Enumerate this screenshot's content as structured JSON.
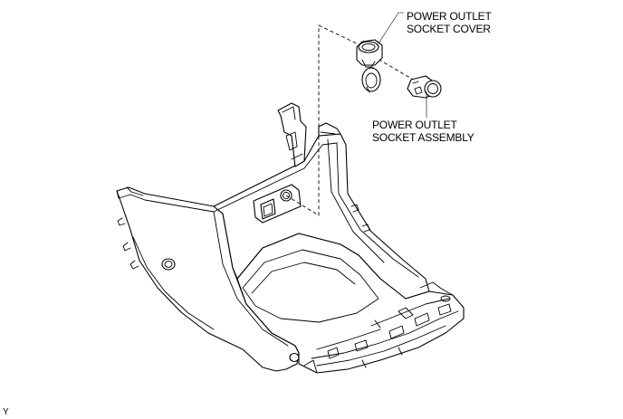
{
  "callouts": {
    "socket_cover": {
      "line1": "POWER OUTLET",
      "line2": "SOCKET COVER"
    },
    "socket_assembly": {
      "line1": "POWER OUTLET",
      "line2": "SOCKET ASSEMBLY"
    }
  },
  "diagram_code": "Y"
}
